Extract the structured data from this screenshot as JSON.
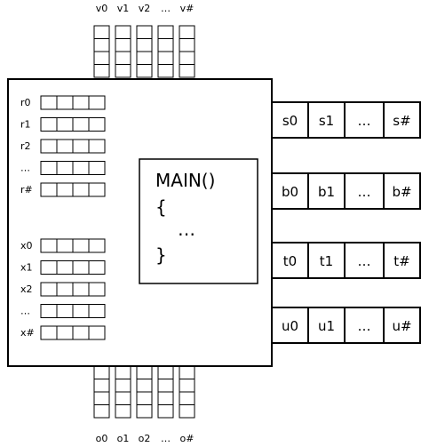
{
  "top_ports": [
    "v0",
    "v1",
    "v2",
    "…",
    "v#"
  ],
  "bottom_ports": [
    "o0",
    "o1",
    "o2",
    "…",
    "o#"
  ],
  "r_registers": [
    "r0",
    "r1",
    "r2",
    "…",
    "r#"
  ],
  "x_registers": [
    "x0",
    "x1",
    "x2",
    "…",
    "x#"
  ],
  "right_buses": [
    [
      "s0",
      "s1",
      "…",
      "s#"
    ],
    [
      "b0",
      "b1",
      "…",
      "b#"
    ],
    [
      "t0",
      "t1",
      "…",
      "t#"
    ],
    [
      "u0",
      "u1",
      "…",
      "u#"
    ]
  ],
  "main_code": {
    "line1": "MAIN()",
    "line2": "{",
    "line3": "…",
    "line4": "}"
  }
}
